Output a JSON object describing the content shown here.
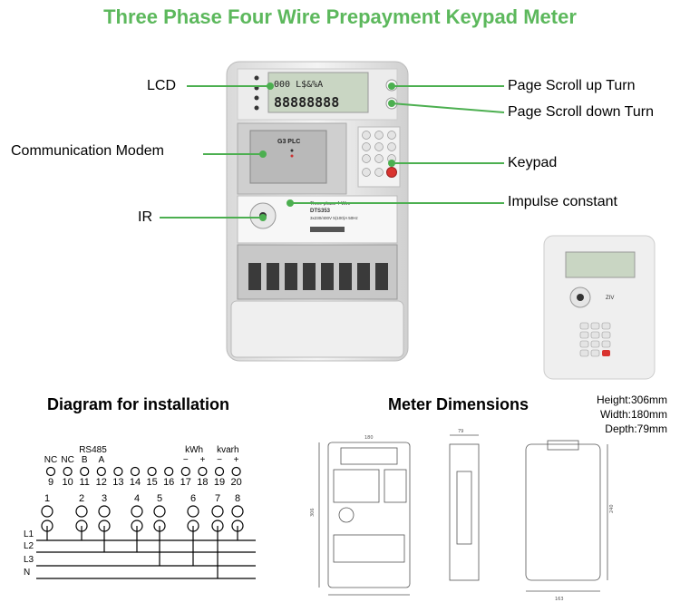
{
  "title": "Three Phase Four Wire Prepayment Keypad Meter",
  "callouts": {
    "lcd": "LCD",
    "comm_modem": "Communication Modem",
    "ir": "IR",
    "scroll_up": "Page Scroll up Turn",
    "scroll_down": "Page Scroll down Turn",
    "keypad": "Keypad",
    "impulse": "Impulse constant"
  },
  "meter": {
    "lcd_top_row": "000 L$&%A",
    "lcd_digits": "88888888",
    "modem_label": "G3 PLC",
    "model_line1": "Three-phase 4-Wire",
    "model_line2": "DTS353",
    "model_line3": "3x230/400V  5(100)A  50Hz"
  },
  "sections": {
    "installation": "Diagram for installation",
    "dimensions": "Meter Dimensions"
  },
  "dimensions": {
    "height": "Height:306mm",
    "width": "Width:180mm",
    "depth": "Depth:79mm"
  },
  "wiring": {
    "group_labels": {
      "rs485": "RS485",
      "kwh": "kWh",
      "kvarh": "kvarh"
    },
    "top_terminals": [
      {
        "sig": "NC",
        "num": "9"
      },
      {
        "sig": "NC",
        "num": "10"
      },
      {
        "sig": "B",
        "num": "11"
      },
      {
        "sig": "A",
        "num": "12"
      },
      {
        "sig": "",
        "num": "13"
      },
      {
        "sig": "",
        "num": "14"
      },
      {
        "sig": "",
        "num": "15"
      },
      {
        "sig": "",
        "num": "16"
      },
      {
        "sig": "−",
        "num": "17"
      },
      {
        "sig": "+",
        "num": "18"
      },
      {
        "sig": "−",
        "num": "19"
      },
      {
        "sig": "+",
        "num": "20"
      }
    ],
    "main_terminals": [
      "1",
      "2",
      "3",
      "4",
      "5",
      "6",
      "7",
      "8"
    ],
    "lines": [
      "L1",
      "L2",
      "L3",
      "N"
    ]
  }
}
